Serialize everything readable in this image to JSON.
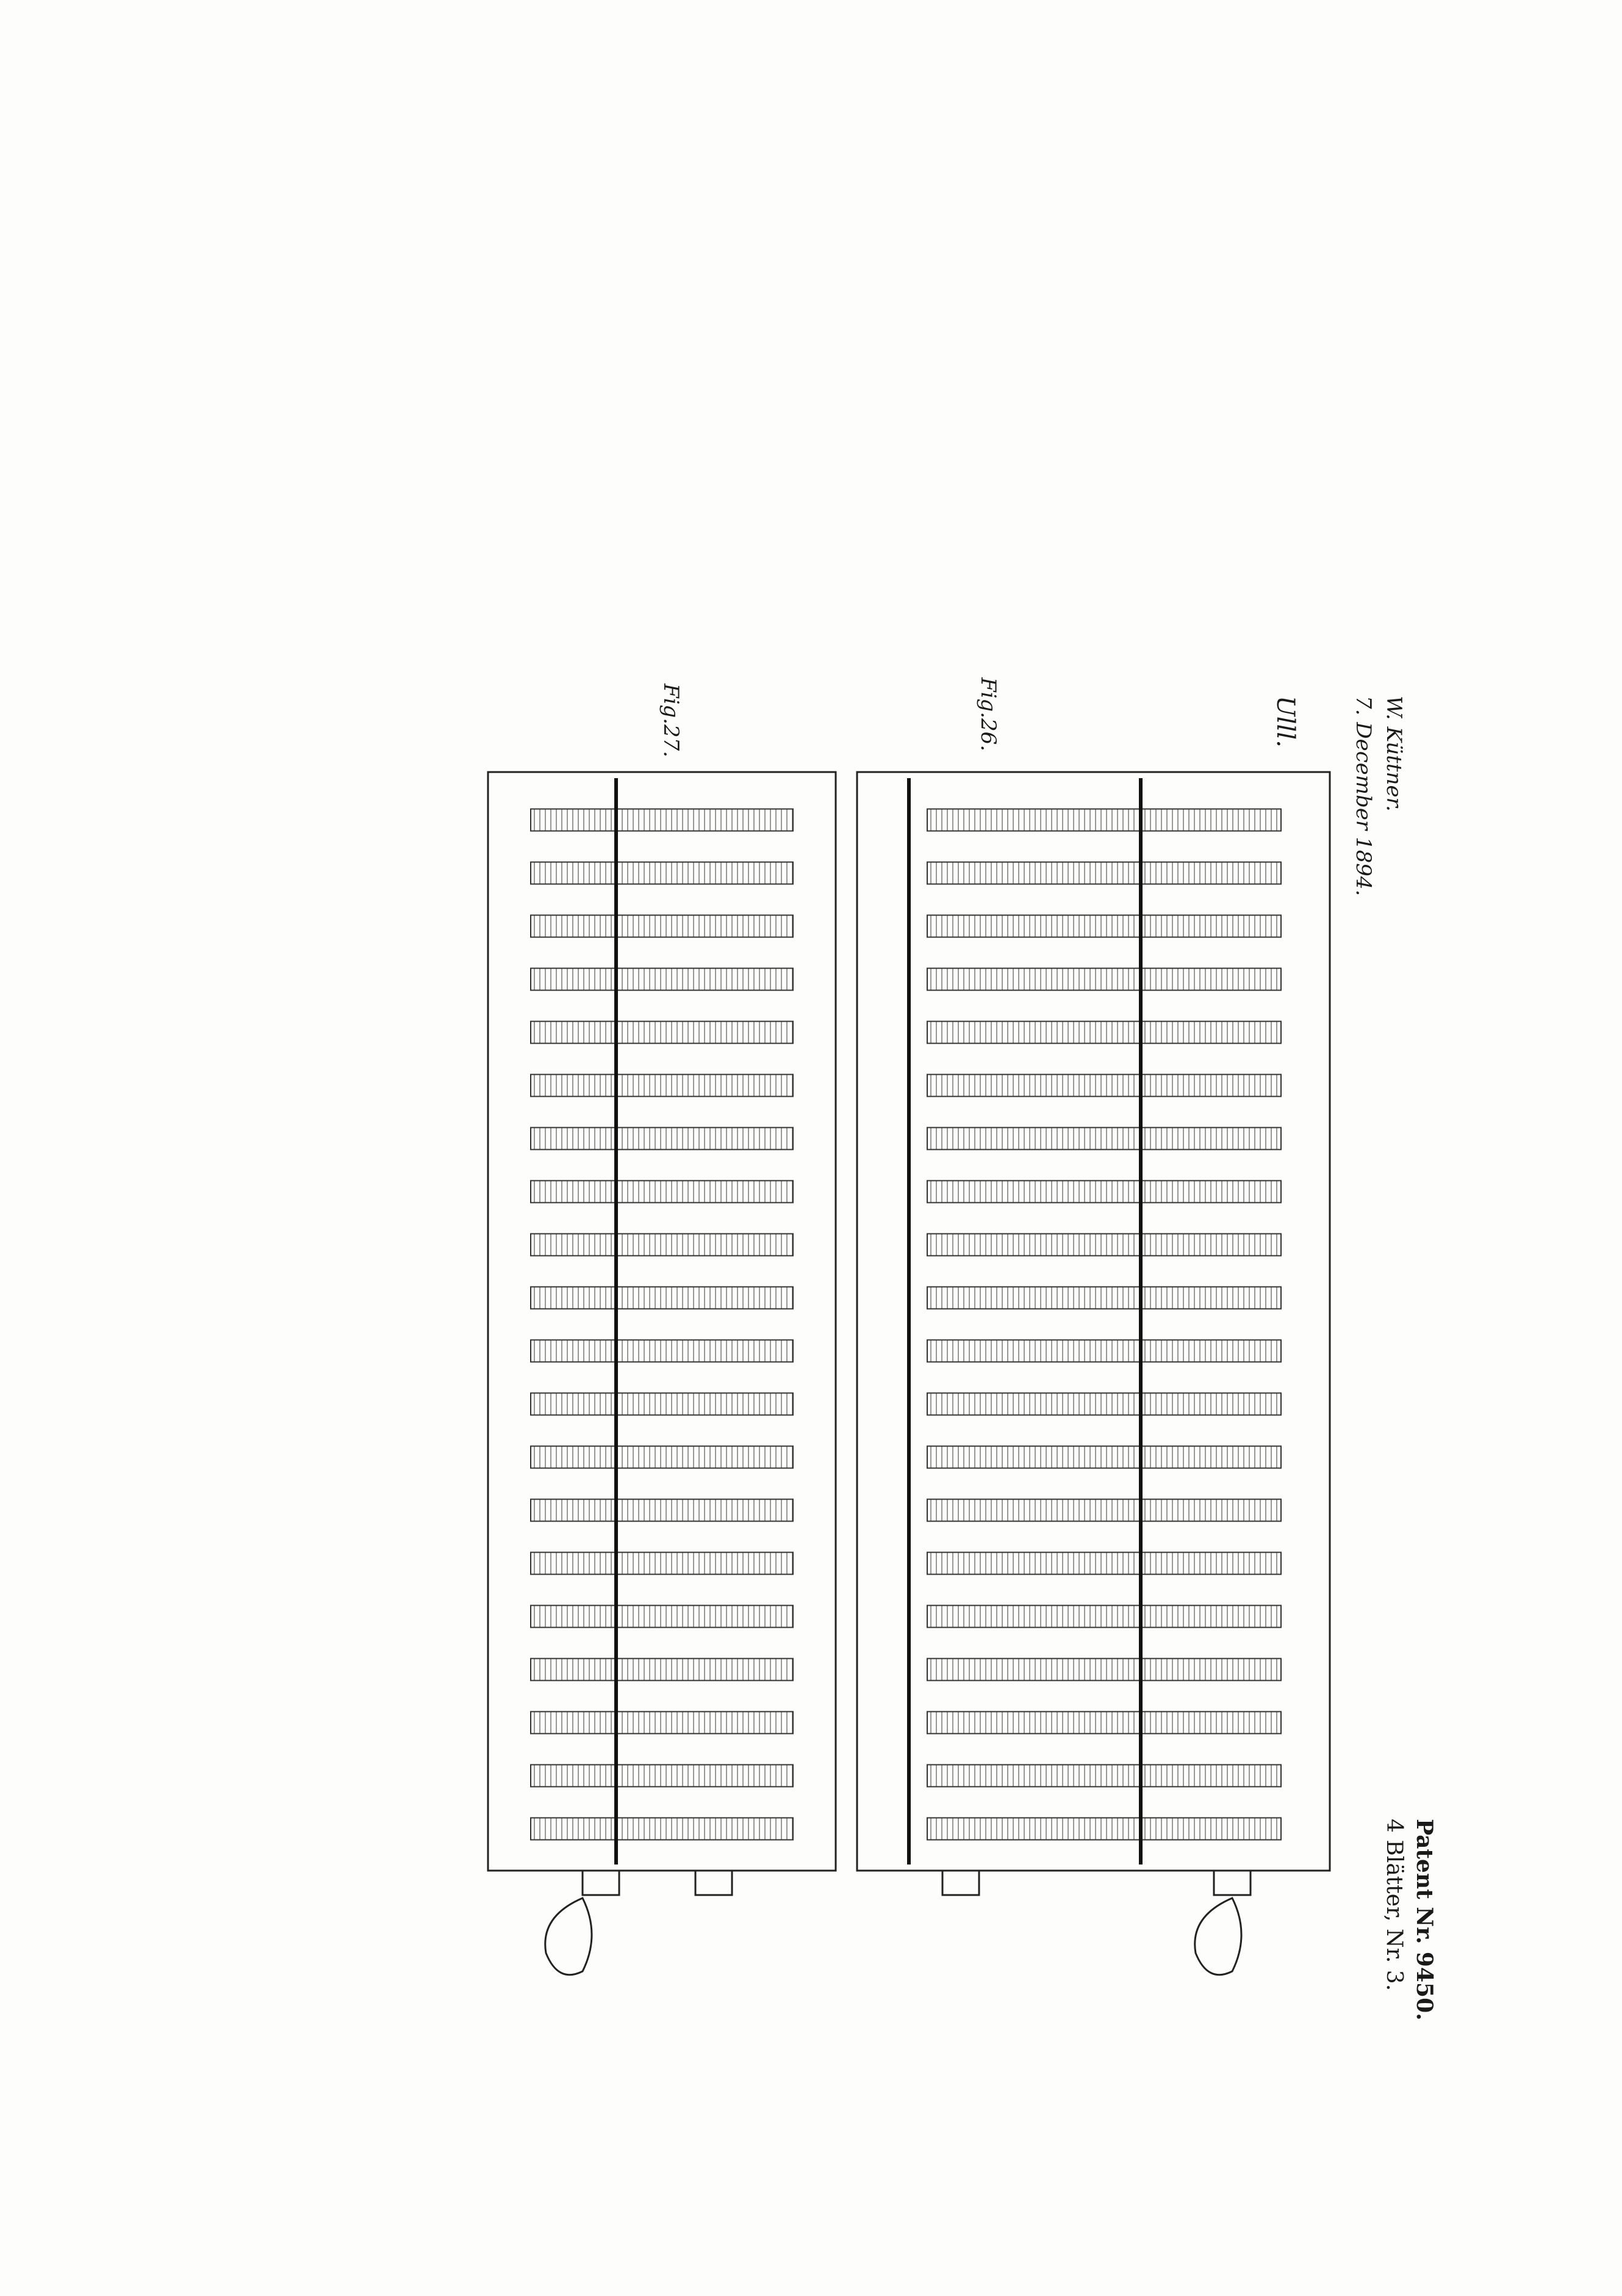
{
  "header": {
    "inventor": "W. Küttner.",
    "date": "7. December 1894.",
    "sheet_mark": "Ulll."
  },
  "patent": {
    "number_label": "Patent Nr. 9450.",
    "sheets_label": "4 Blätter, Nr. 3."
  },
  "figures": {
    "fig27_label": "Fig.27.",
    "fig26_label": "Fig.26."
  }
}
